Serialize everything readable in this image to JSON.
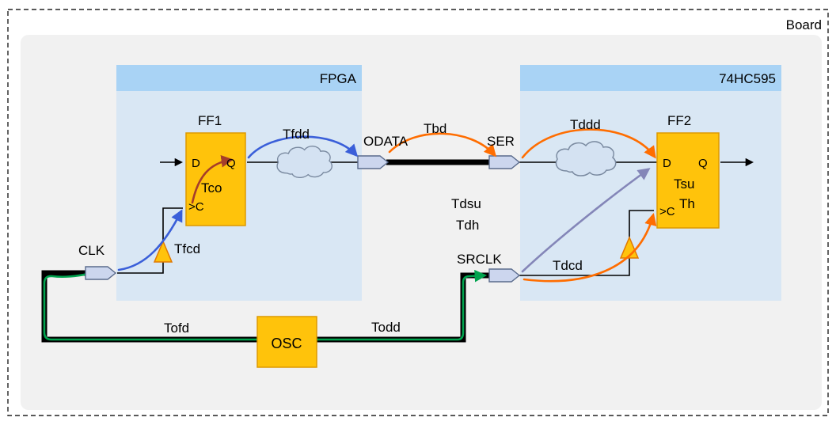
{
  "board": {
    "label": "Board"
  },
  "regions": {
    "fpga": {
      "label": "FPGA"
    },
    "hc595": {
      "label": "74HC595"
    }
  },
  "components": {
    "ff1": {
      "label": "FF1",
      "pin_d": "D",
      "pin_q": "Q",
      "pin_c": ">C"
    },
    "ff2": {
      "label": "FF2",
      "pin_d": "D",
      "pin_q": "Q",
      "pin_c": ">C"
    },
    "osc": {
      "label": "OSC"
    }
  },
  "ports": {
    "clk": {
      "label": "CLK"
    },
    "odata": {
      "label": "ODATA"
    },
    "ser": {
      "label": "SER"
    },
    "srclk": {
      "label": "SRCLK"
    }
  },
  "timings": {
    "tfcd": {
      "label": "Tfcd",
      "color": "#3a5fd9"
    },
    "tco": {
      "label": "Tco",
      "color": "#a53d2a"
    },
    "tfdd": {
      "label": "Tfdd",
      "color": "#3a5fd9"
    },
    "tbd": {
      "label": "Tbd",
      "color": "#ff6d00"
    },
    "tddd": {
      "label": "Tddd",
      "color": "#ff6d00"
    },
    "tdsu": {
      "label": "Tdsu",
      "color": "#8486b8"
    },
    "tdh": {
      "label": "Tdh",
      "color": "#8486b8"
    },
    "tdcd": {
      "label": "Tdcd",
      "color": "#ff6d00"
    },
    "tofd": {
      "label": "Tofd",
      "color": "#00a34e"
    },
    "todd": {
      "label": "Todd",
      "color": "#00a34e"
    },
    "tsu": {
      "label": "Tsu",
      "color": "#ff8a00"
    },
    "th": {
      "label": "Th",
      "color": "#ff4500"
    }
  },
  "colors": {
    "region_header": "#a9d3f5",
    "region_body": "#d9e7f4",
    "block_fill": "#ffc30b",
    "block_stroke": "#dd9900",
    "port_fill": "#ccd6ee",
    "port_stroke": "#5a6b8c",
    "cloud_fill": "#d4e2f2",
    "cloud_stroke": "#7a8aa0",
    "wire": "#000000",
    "clock_green": "#00a34e",
    "board_bg": "#f1f1f1"
  }
}
